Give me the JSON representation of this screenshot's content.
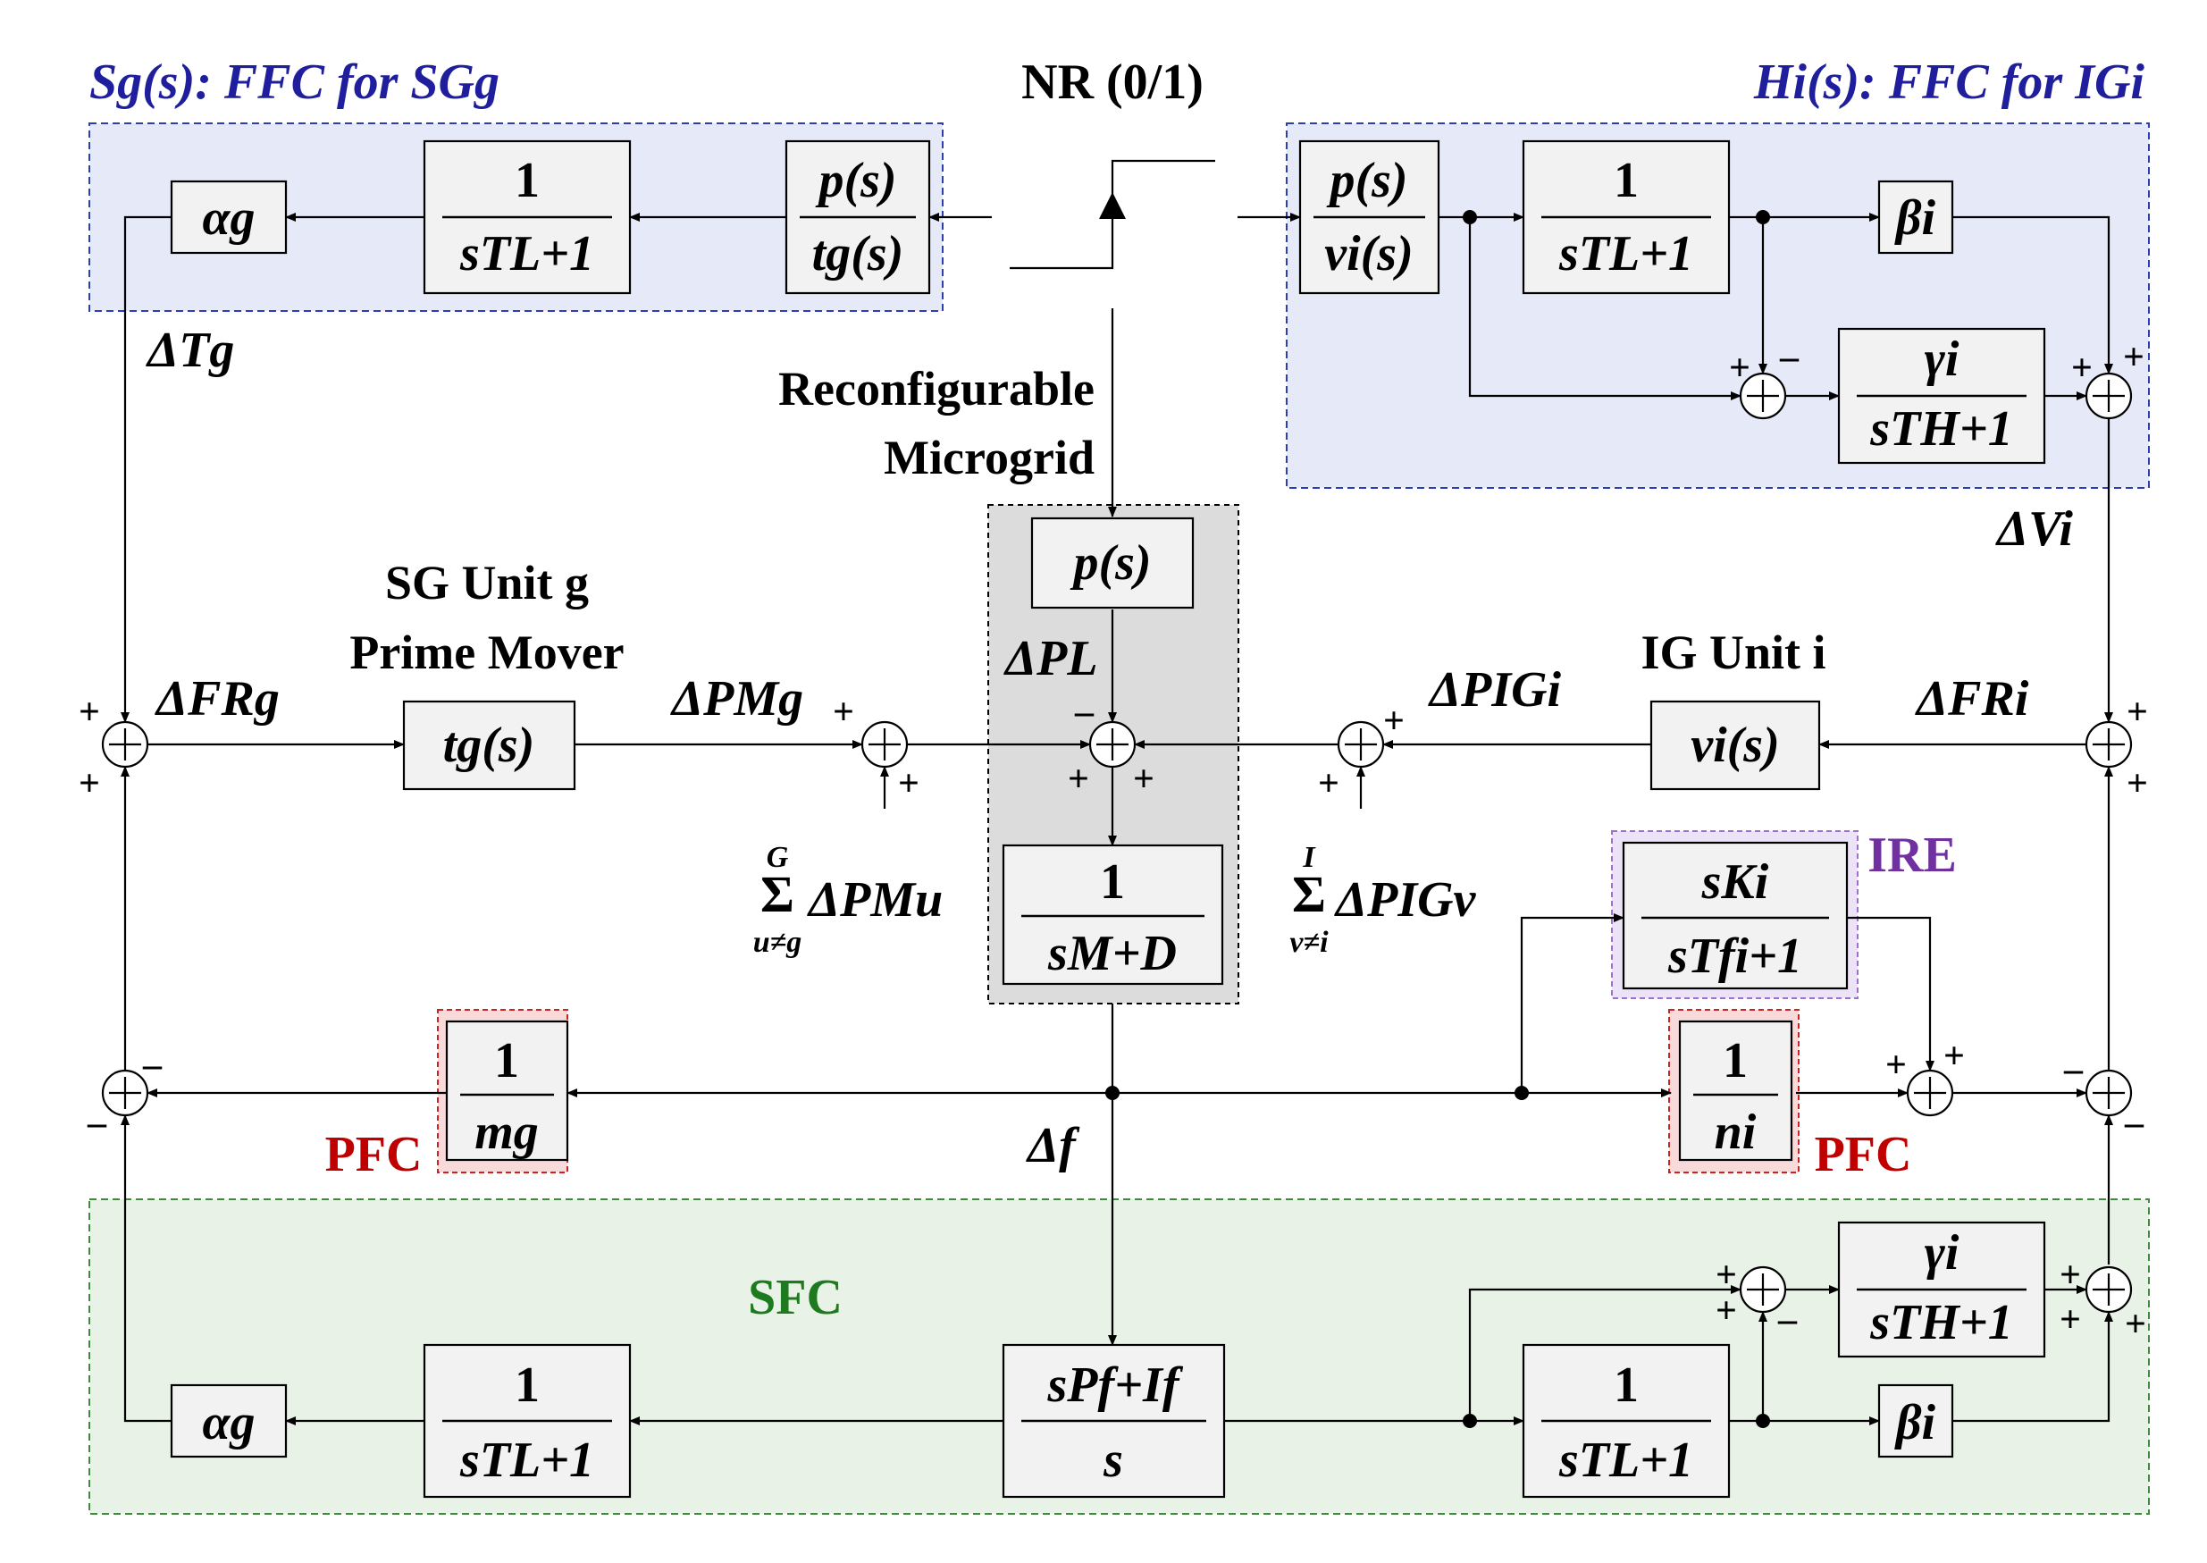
{
  "colors": {
    "ffc_region_fill": "#e6e9f7",
    "ffc_region_border": "#2b3fb0",
    "sfc_region_fill": "#e8f2e6",
    "sfc_region_border": "#3c8c3c",
    "microgrid_fill": "#dcdcdc",
    "pfc_border": "#cc2222",
    "ire_border": "#a070d0",
    "title_blue": "#1f1f9e",
    "pfc_red": "#c00000",
    "sfc_green": "#1e7a1e",
    "ire_purple": "#7030a0"
  },
  "titles": {
    "sg_ffc": "Sg(s): FFC for SGg",
    "ig_ffc": "Hi(s): FFC for IGi",
    "nr": "NR (0/1)",
    "microgrid_line1": "Reconfigurable",
    "microgrid_line2": "Microgrid",
    "sg_unit_line1": "SG Unit g",
    "sg_unit_line2": "Prime Mover",
    "ig_unit": "IG Unit i",
    "sfc": "SFC",
    "pfc_left": "PFC",
    "pfc_right": "PFC",
    "ire": "IRE"
  },
  "blocks": {
    "alpha_g": "αg",
    "lag_num": "1",
    "lag_den": "sTL+1",
    "p_over_tg_num": "p(s)",
    "p_over_tg_den": "tg(s)",
    "p_over_vi_num": "p(s)",
    "p_over_vi_den": "vi(s)",
    "beta_i": "βi",
    "hp_num": "γi",
    "hp_den": "sTH+1",
    "p_s": "p(s)",
    "tg_s": "tg(s)",
    "vi_s": "vi(s)",
    "plant_num": "1",
    "plant_den": "sM+D",
    "ire_num": "sKi",
    "ire_den": "sTfi+1",
    "droop_g_num": "1",
    "droop_g_den": "mg",
    "droop_i_num": "1",
    "droop_i_den": "ni",
    "pi_num": "sPf+If",
    "pi_den": "s"
  },
  "signals": {
    "dTg": "ΔTg",
    "dVi": "ΔVi",
    "dFRg": "ΔFRg",
    "dFRi": "ΔFRi",
    "dPMg": "ΔPMg",
    "dPL": "ΔPL",
    "dPIGi": "ΔPIGi",
    "sum_Mu": "ΔPMu",
    "sum_Mu_upper": "G",
    "sum_Mu_lower": "u≠g",
    "sum_IGv": "ΔPIGv",
    "sum_IGv_upper": "I",
    "sum_IGv_lower": "v≠i",
    "df": "Δf"
  }
}
